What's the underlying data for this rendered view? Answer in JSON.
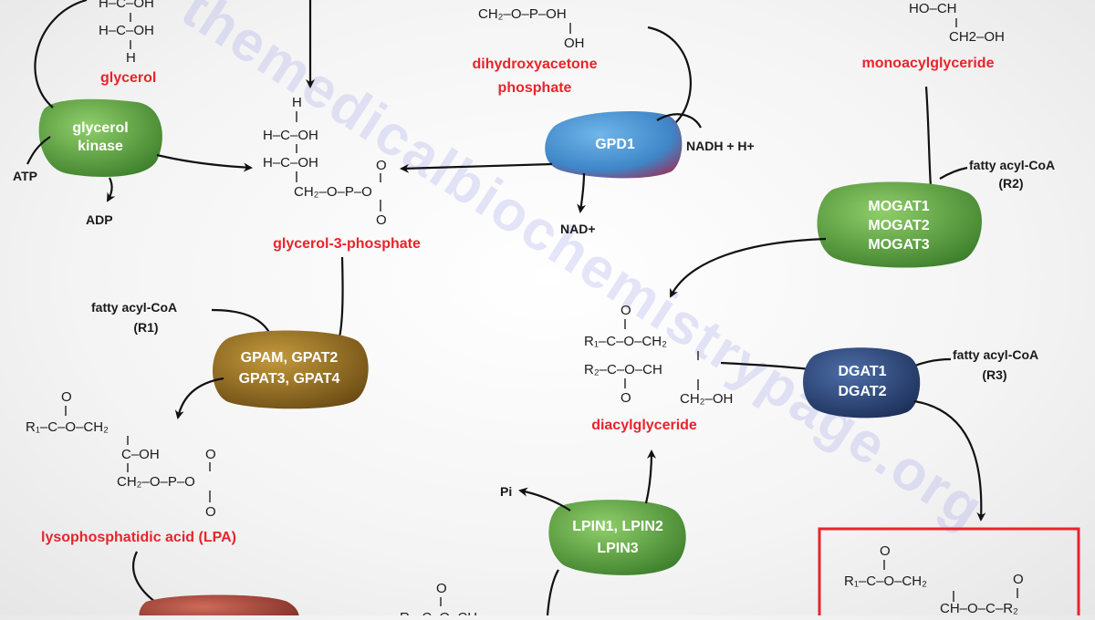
{
  "watermark": "themedicalbiochemistrypage.org",
  "molecules": {
    "glycerol": {
      "name": "glycerol",
      "line1": "H–C–OH",
      "line2": "H–C–OH",
      "line3": "H"
    },
    "dhap": {
      "name_line1": "dihydroxyacetone",
      "name_line2": "phosphate",
      "top": "CH2–O–P–OH",
      "oh": "OH"
    },
    "g3p": {
      "name": "glycerol-3-phosphate"
    },
    "monoacylglyceride": {
      "name": "monoacylglyceride",
      "line1": "HO–CH",
      "line2": "CH2–OH"
    },
    "diacylglyceride": {
      "name": "diacylglyceride"
    },
    "lpa": {
      "name": "lysophosphatidic acid (LPA)"
    }
  },
  "enzymes": {
    "glycerol_kinase": {
      "line1": "glycerol",
      "line2": "kinase",
      "color": "#4f9a3a"
    },
    "gpd1": {
      "label": "GPD1",
      "color": "#3a8fd0"
    },
    "mogat": {
      "line1": "MOGAT1",
      "line2": "MOGAT2",
      "line3": "MOGAT3",
      "color": "#4f9a3a"
    },
    "gpat": {
      "line1": "GPAM, GPAT2",
      "line2": "GPAT3, GPAT4",
      "color": "#8c6a1e"
    },
    "dgat": {
      "line1": "DGAT1",
      "line2": "DGAT2",
      "color": "#26406e"
    },
    "lpin": {
      "line1": "LPIN1, LPIN2",
      "line2": "LPIN3",
      "color": "#4a8a30"
    },
    "bottom_left": {
      "color": "#a2443a"
    }
  },
  "cofactors": {
    "atp": "ATP",
    "adp": "ADP",
    "nadh": "NADH + H+",
    "nad": "NAD+",
    "acyl_r2_line1": "fatty acyl-CoA",
    "acyl_r2_line2": "(R2)",
    "acyl_r1_line1": "fatty acyl-CoA",
    "acyl_r1_line2": "(R1)",
    "acyl_r3_line1": "fatty acyl-CoA",
    "acyl_r3_line2": "(R3)",
    "pi": "Pi"
  },
  "colors": {
    "name_red": "#e8242b",
    "box_red": "#e8242b"
  }
}
